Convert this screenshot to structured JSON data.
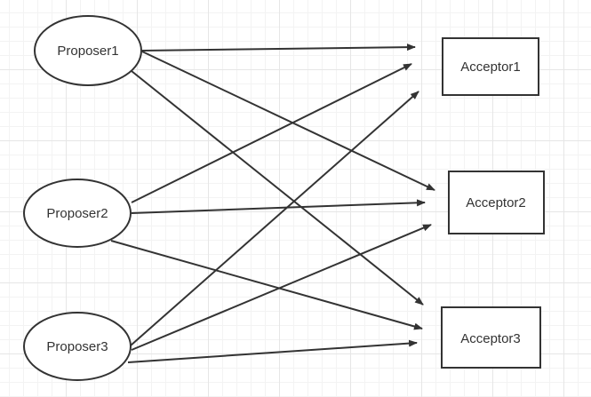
{
  "colors": {
    "stroke": "#333333",
    "text": "#333333",
    "fill": "#ffffff"
  },
  "proposers": [
    {
      "id": "p1",
      "label": "Proposer1"
    },
    {
      "id": "p2",
      "label": "Proposer2"
    },
    {
      "id": "p3",
      "label": "Proposer3"
    }
  ],
  "acceptors": [
    {
      "id": "a1",
      "label": "Acceptor1"
    },
    {
      "id": "a2",
      "label": "Acceptor2"
    },
    {
      "id": "a3",
      "label": "Acceptor3"
    }
  ],
  "edges": [
    {
      "from": "p1",
      "to": "a1"
    },
    {
      "from": "p1",
      "to": "a2"
    },
    {
      "from": "p1",
      "to": "a3"
    },
    {
      "from": "p2",
      "to": "a1"
    },
    {
      "from": "p2",
      "to": "a2"
    },
    {
      "from": "p2",
      "to": "a3"
    },
    {
      "from": "p3",
      "to": "a1"
    },
    {
      "from": "p3",
      "to": "a2"
    },
    {
      "from": "p3",
      "to": "a3"
    }
  ]
}
